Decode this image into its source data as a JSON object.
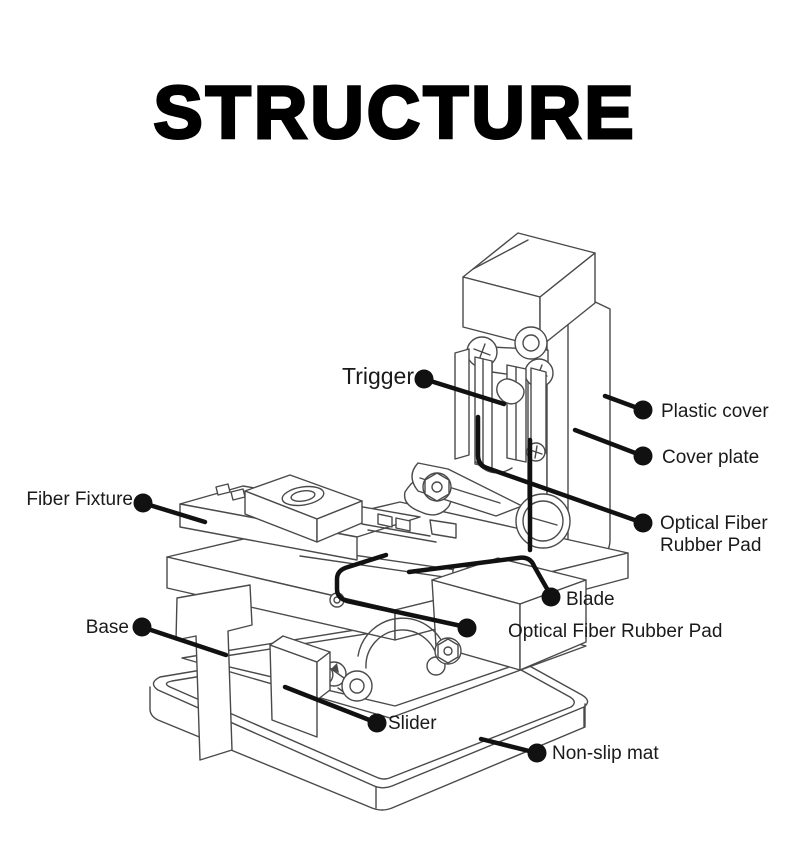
{
  "page": {
    "background_color": "#ffffff"
  },
  "title": "STRUCTURE",
  "diagram": {
    "subject": "fiber-cleaver-structure-diagram",
    "style": {
      "drawing_line_color": "#4a4a4a",
      "callout_color": "#111111",
      "label_text_color": "#1a1a1a",
      "title_color": "#000000"
    },
    "labels": [
      {
        "id": "trigger",
        "text": "Trigger"
      },
      {
        "id": "plastic-cover",
        "text": "Plastic cover"
      },
      {
        "id": "cover-plate",
        "text": "Cover plate"
      },
      {
        "id": "fiber-fixture",
        "text": "Fiber Fixture"
      },
      {
        "id": "optical-fiber-rubber-pad-upper",
        "lines": [
          "Optical Fiber",
          "Rubber Pad"
        ]
      },
      {
        "id": "blade",
        "text": "Blade"
      },
      {
        "id": "optical-fiber-rubber-pad-lower",
        "text": "Optical Fiber Rubber Pad"
      },
      {
        "id": "base",
        "text": "Base"
      },
      {
        "id": "slider",
        "text": "Slider"
      },
      {
        "id": "non-slip-mat",
        "text": "Non-slip mat"
      }
    ]
  }
}
